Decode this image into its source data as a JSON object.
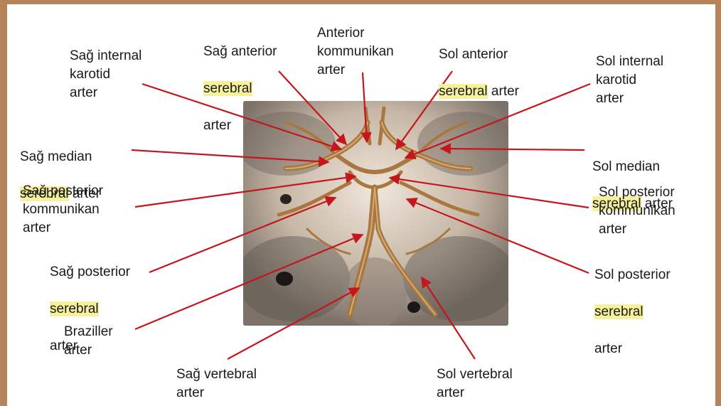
{
  "colors": {
    "border": "#b5835a",
    "arrow": "#c4161c",
    "highlight": "#f6f19a"
  },
  "labels": {
    "sag_internal_karotid": "Sağ internal\nkarotid\narter",
    "sag_anterior_pre": "Sağ anterior",
    "sag_anterior_hl": "serebral",
    "sag_anterior_post": "arter",
    "anterior_kommunikan": "Anterior\nkommunikan\narter",
    "sol_anterior_pre": "Sol anterior",
    "sol_anterior_hl": "serebral",
    "sol_anterior_post": " arter",
    "sol_internal_karotid": "Sol internal\nkarotid\narter",
    "sag_median_pre": "Sağ median",
    "sag_median_hl": "serebral",
    "sag_median_post": " arter",
    "sol_median_pre": "Sol median",
    "sol_median_hl": "serebral",
    "sol_median_post": " arter",
    "sag_posterior_kommunikan": "Sağ posterior\nkommunikan\narter",
    "sol_posterior_kommunikan": "Sol posterior\nkommunikan\narter",
    "sag_posterior_serebral_pre": "Sağ posterior",
    "sag_posterior_serebral_hl": "serebral",
    "sag_posterior_serebral_post": "arter",
    "sol_posterior_serebral_pre": "Sol posterior",
    "sol_posterior_serebral_hl": "serebral",
    "sol_posterior_serebral_post": "arter",
    "baziller": "Braziller\narter",
    "sag_vertebral": "Sağ vertebral\narter",
    "sol_vertebral": "Sol vertebral\narter"
  }
}
